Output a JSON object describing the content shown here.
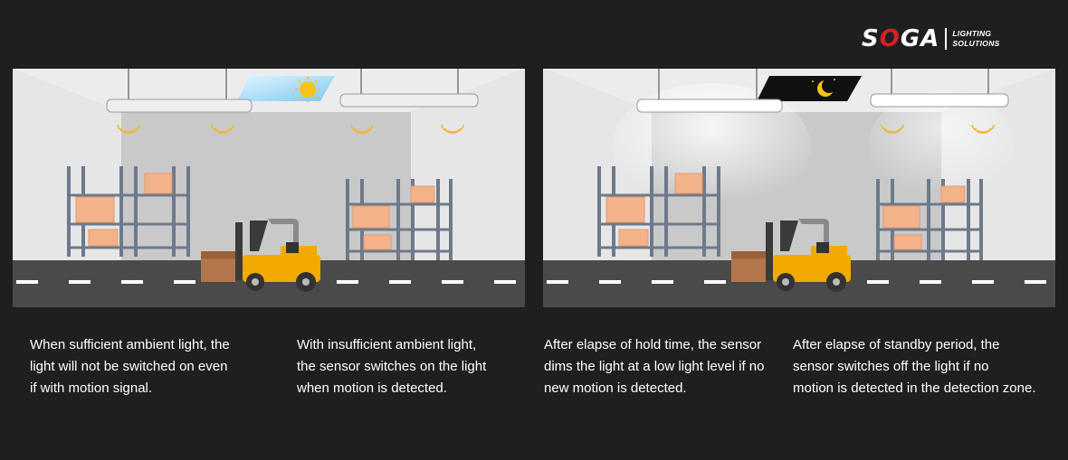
{
  "brand": {
    "name_left": "S",
    "name_o": "O",
    "name_right": "GA",
    "tagline_line1": "LIGHTING",
    "tagline_line2": "SOLUTIONS",
    "accent_color": "#d81f26"
  },
  "scenes": [
    {
      "skylight": "day",
      "light_state": "off",
      "icon": "sun-icon"
    },
    {
      "skylight": "night",
      "light_state": "dimmed-and-off",
      "icon": "moon-icon"
    }
  ],
  "captions": [
    [
      "When sufficient ambient light, the",
      "light will not be switched on even",
      "if with motion signal."
    ],
    [
      "With insufficient ambient light,",
      "the sensor switches on the light",
      "when motion is detected."
    ],
    [
      "After elapse of hold time, the sensor",
      "dims the light at a low light level if no",
      "new motion is detected."
    ],
    [
      "After elapse of standby period, the",
      "sensor switches off the light if no",
      "motion is detected in the detection zone."
    ]
  ],
  "colors": {
    "background": "#1f1f1f",
    "floor": "#4a4a4a",
    "wall": "#dcdcdc",
    "forklift": "#f2a900",
    "box": "#f3b28a",
    "shelf": "#6d7a8c"
  }
}
